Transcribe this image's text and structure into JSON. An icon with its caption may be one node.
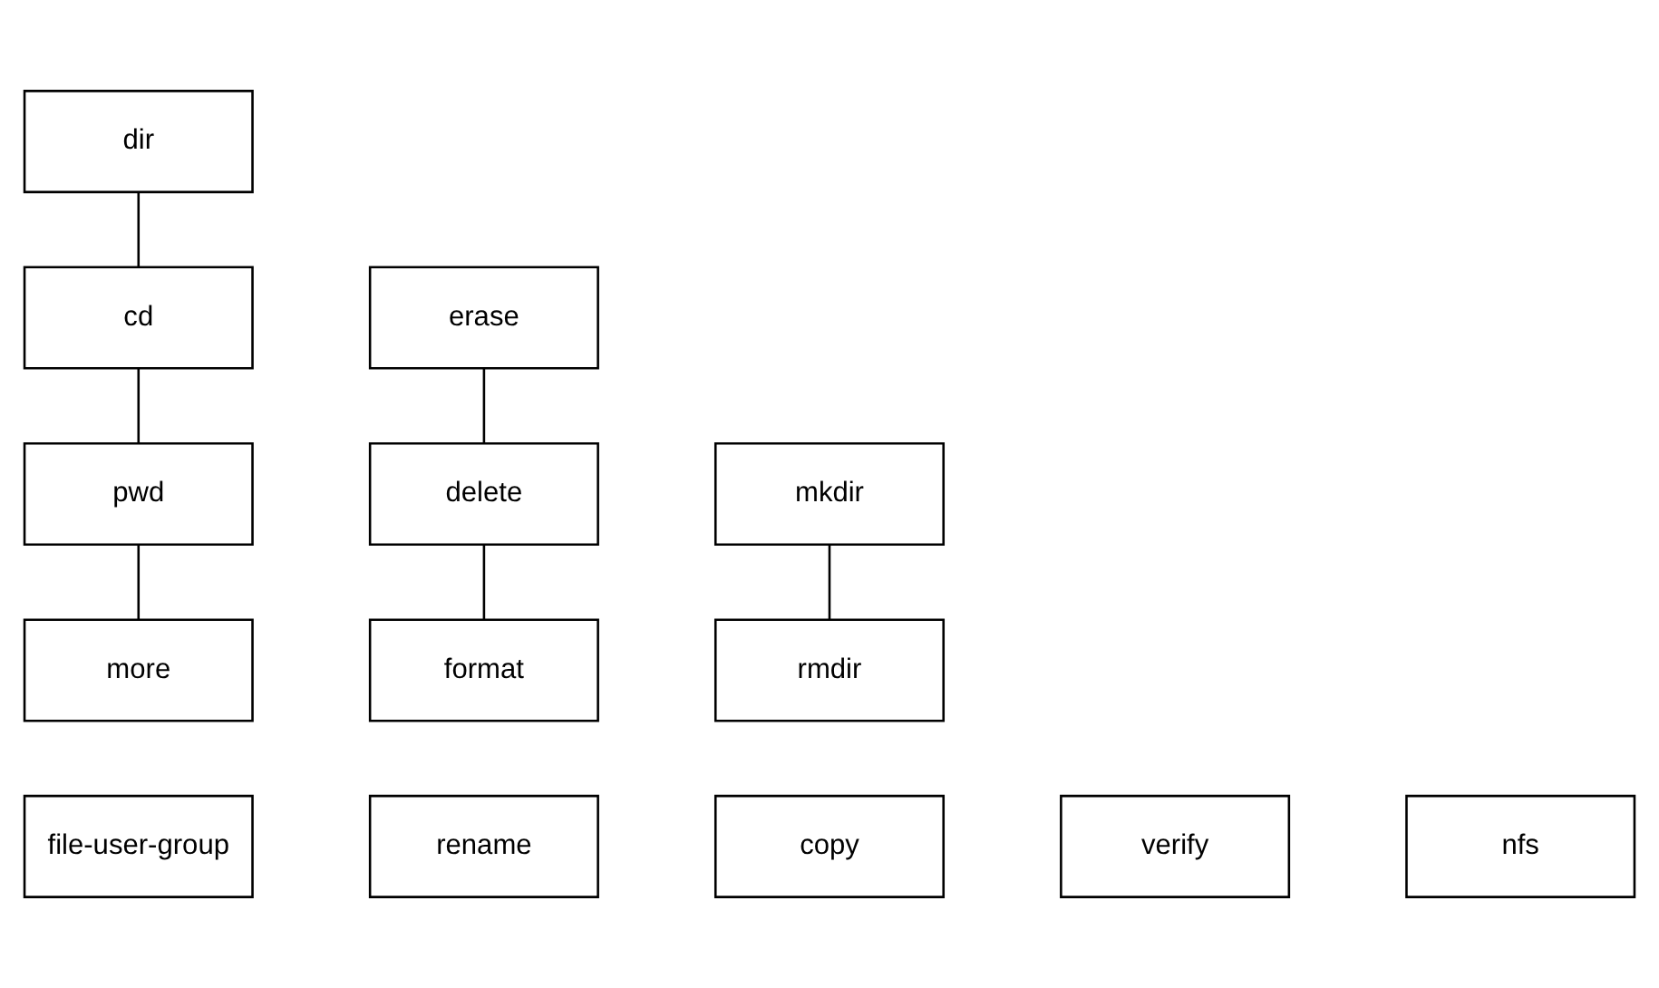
{
  "diagram": {
    "nodes": [
      {
        "text": [
          "dir"
        ]
      },
      {
        "text": [
          "cd"
        ]
      },
      {
        "text": [
          "erase"
        ]
      },
      {
        "text": [
          "mkdir"
        ]
      },
      {
        "text": [
          "pwd"
        ]
      },
      {
        "text": [
          "delete"
        ]
      },
      {
        "text": [
          "rmdir"
        ]
      },
      {
        "text": [
          "more"
        ]
      },
      {
        "text": [
          "format"
        ]
      },
      {
        "text": [
          "file-user-group"
        ]
      },
      {
        "text": [
          "rename"
        ]
      },
      {
        "text": [
          "copy"
        ]
      },
      {
        "text": [
          "verify"
        ]
      },
      {
        "text": [
          "nfs"
        ]
      }
    ],
    "edges": [
      {
        "from": 0,
        "to": 1,
        "arrow": "none"
      },
      {
        "from": 1,
        "to": 4,
        "arrow": "none"
      },
      {
        "from": 4,
        "to": 7,
        "arrow": "none"
      },
      {
        "from": 2,
        "to": 5,
        "arrow": "none"
      },
      {
        "from": 5,
        "to": 8,
        "arrow": "none"
      },
      {
        "from": 3,
        "to": 6,
        "arrow": "none"
      }
    ]
  }
}
